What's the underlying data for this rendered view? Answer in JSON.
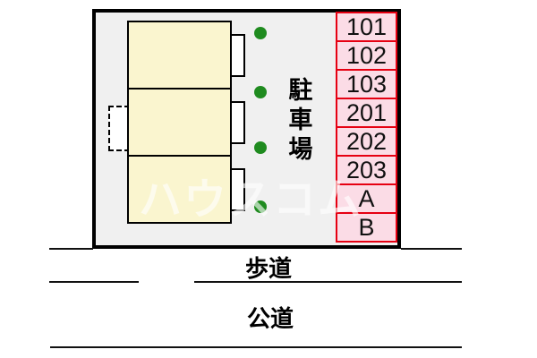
{
  "site_plan": {
    "watermark": "ハウスコム",
    "labels": {
      "parking_area": "駐車場",
      "sidewalk": "歩道",
      "public_road": "公道"
    },
    "parking_spaces": [
      "101",
      "102",
      "103",
      "201",
      "202",
      "203",
      "A",
      "B"
    ],
    "building_unit_count": 3,
    "green_dot_count": 4,
    "colors": {
      "site_fill": "#f0f0f0",
      "building_fill": "#faf5cf",
      "space_fill": "#fbdce6",
      "space_border": "#e60012",
      "dot_green": "#1f8b1f",
      "line": "#111111"
    }
  }
}
